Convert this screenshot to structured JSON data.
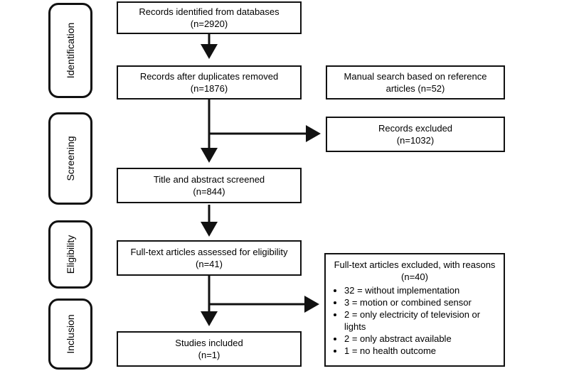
{
  "phases": {
    "identification": "Identification",
    "screening": "Screening",
    "eligibility": "Eligibility",
    "inclusion": "Inclusion"
  },
  "boxes": {
    "identified": {
      "title": "Records identified from databases",
      "count": "(n=2920)"
    },
    "after_duplicates": {
      "title": "Records after duplicates removed",
      "count": "(n=1876)"
    },
    "manual_search": {
      "title": "Manual search based on reference",
      "count": "articles (n=52)"
    },
    "excluded": {
      "title": "Records excluded",
      "count": "(n=1032)"
    },
    "screened": {
      "title": "Title and abstract screened",
      "count": "(n=844)"
    },
    "full_text": {
      "title": "Full-text articles assessed for eligibility",
      "count": "(n=41)"
    },
    "included": {
      "title": "Studies included",
      "count": "(n=1)"
    },
    "full_text_excluded": {
      "title": "Full-text articles excluded, with reasons",
      "count": "(n=40)",
      "reasons": [
        "32 = without implementation",
        "3 = motion or combined sensor",
        "2 = only electricity of television or lights",
        "2 = only abstract available",
        "1 = no health outcome"
      ]
    }
  }
}
